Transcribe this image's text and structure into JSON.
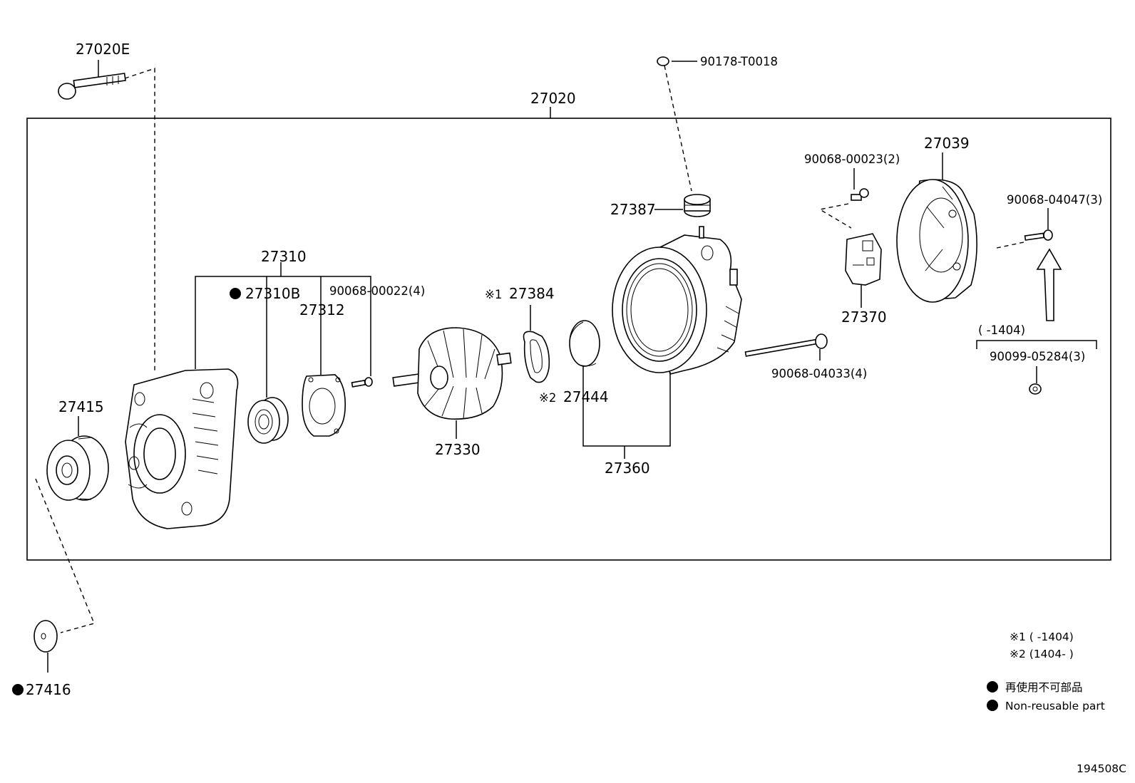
{
  "labels": {
    "bolt_27020E": "27020E",
    "assembly_27020": "27020",
    "nut_90178": "90178-T0018",
    "plug_27387": "27387",
    "screw_90068_00023": "90068-00023(2)",
    "cover_27039": "27039",
    "bolt_90068_04047": "90068-04047(3)",
    "frame_27310": "27310",
    "bearing_27310B": "27310B",
    "retainer_27312": "27312",
    "screw_90068_00022": "90068-00022(4)",
    "ring_27384_mark": "※1",
    "ring_27384": "27384",
    "holder_27370": "27370",
    "bracket_range": "(      -1404)",
    "nut_90099": "90099-05284(3)",
    "bolt_90068_04033": "90068-04033(4)",
    "pulley_27415": "27415",
    "insulator_27444_mark": "※2",
    "insulator_27444": "27444",
    "rotor_27330": "27330",
    "frame_27360": "27360",
    "cap_27416": "27416",
    "figure_id": "194508C"
  },
  "notes": {
    "note1": "※1 (      -1404)",
    "note2": "※2 (1404-      )",
    "legend_jp": "再使用不可部品",
    "legend_en": "Non-reusable part"
  }
}
